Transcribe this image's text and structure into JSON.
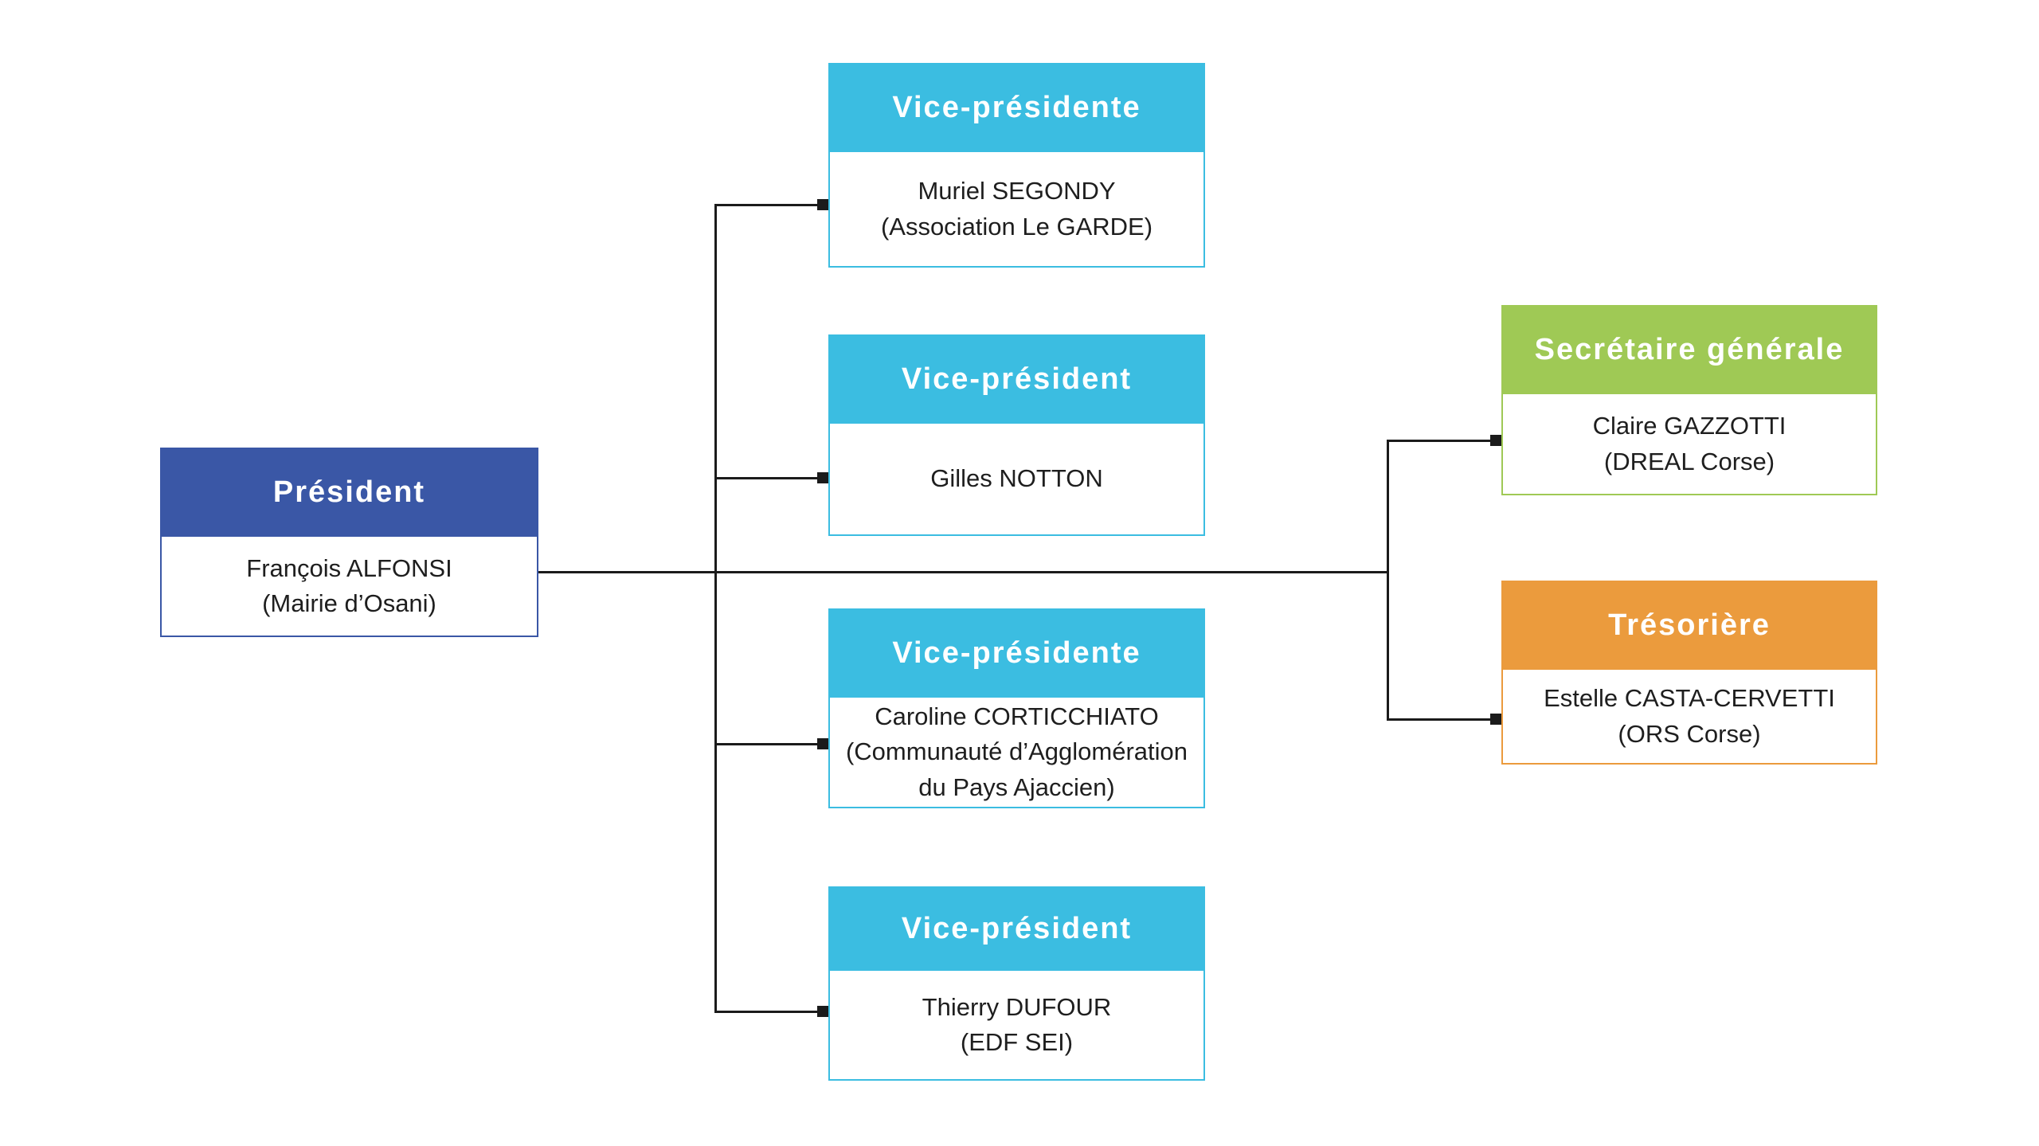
{
  "diagram": {
    "type": "org-chart",
    "background_color": "#ffffff",
    "connector_color": "#1b1b1b",
    "nodes": [
      {
        "id": "president",
        "role": "Président",
        "name": "François ALFONSI",
        "org": "(Mairie d’Osani)",
        "color": "#3a57a6"
      },
      {
        "id": "vp1",
        "role": "Vice-présidente",
        "name": "Muriel SEGONDY",
        "org": "(Association Le GARDE)",
        "color": "#3bbde1"
      },
      {
        "id": "vp2",
        "role": "Vice-président",
        "name": "Gilles NOTTON",
        "org": "",
        "color": "#3bbde1"
      },
      {
        "id": "vp3",
        "role": "Vice-présidente",
        "name": "Caroline CORTICCHIATO",
        "org": "(Communauté d’Agglomération du Pays Ajaccien)",
        "color": "#3bbde1"
      },
      {
        "id": "vp4",
        "role": "Vice-président",
        "name": "Thierry DUFOUR",
        "org": "(EDF SEI)",
        "color": "#3bbde1"
      },
      {
        "id": "sec",
        "role": "Secrétaire générale",
        "name": "Claire GAZZOTTI",
        "org": "(DREAL Corse)",
        "color": "#9fc955"
      },
      {
        "id": "tres",
        "role": "Trésorière",
        "name": "Estelle CASTA-CERVETTI",
        "org": "(ORS Corse)",
        "color": "#eb9b3d"
      }
    ],
    "edges": [
      {
        "from": "president",
        "to": "vp1"
      },
      {
        "from": "president",
        "to": "vp2"
      },
      {
        "from": "president",
        "to": "vp3"
      },
      {
        "from": "president",
        "to": "vp4"
      },
      {
        "from": "president",
        "to": "sec"
      },
      {
        "from": "president",
        "to": "tres"
      }
    ]
  }
}
